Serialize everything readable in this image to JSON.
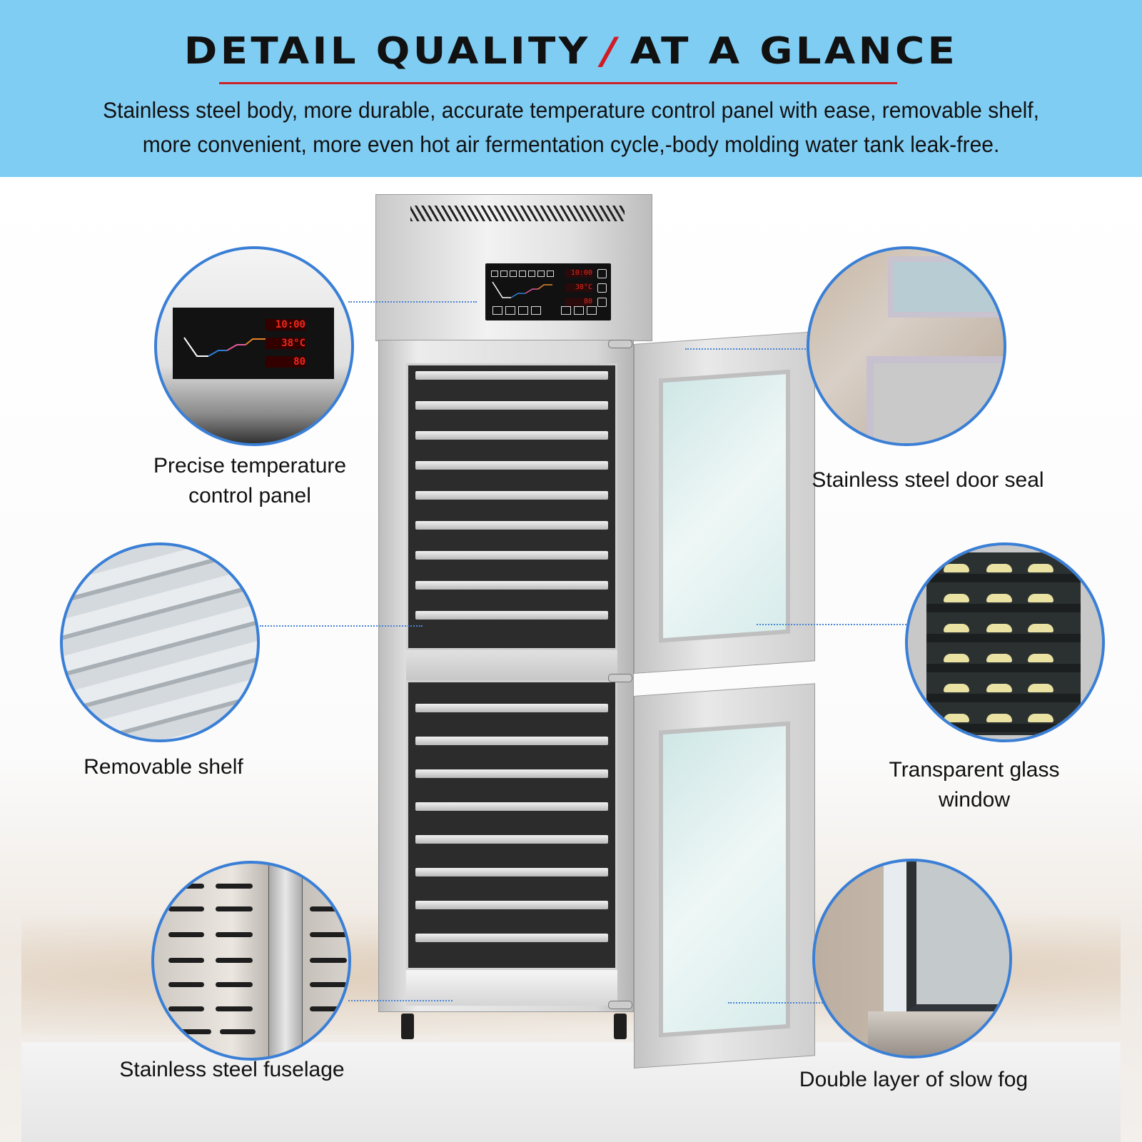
{
  "header": {
    "title_left": "DETAIL QUALITY",
    "title_separator": "/",
    "title_right": "AT A GLANCE",
    "description_line1": "Stainless steel body, more durable, accurate temperature control panel with ease, removable shelf,",
    "description_line2": "more convenient, more even hot air fermentation cycle,-body molding water tank leak-free.",
    "colors": {
      "banner": "#80cdf4",
      "accent_red": "#cc2129",
      "callout_ring": "#3a7fd6"
    }
  },
  "product": {
    "panel_display": {
      "time": "10:00",
      "temperature": "38°C",
      "humidity": "80"
    },
    "upper_trays": 9,
    "lower_trays": 8
  },
  "callouts": [
    {
      "id": "panel",
      "label_line1": "Precise temperature",
      "label_line2": "control panel"
    },
    {
      "id": "door-seal",
      "label_line1": "Stainless steel door seal",
      "label_line2": ""
    },
    {
      "id": "shelf",
      "label_line1": "Removable shelf",
      "label_line2": ""
    },
    {
      "id": "glass",
      "label_line1": "Transparent glass",
      "label_line2": "window"
    },
    {
      "id": "fuselage",
      "label_line1": "Stainless steel fuselage",
      "label_line2": ""
    },
    {
      "id": "fog",
      "label_line1": "Double layer of slow fog",
      "label_line2": ""
    }
  ]
}
